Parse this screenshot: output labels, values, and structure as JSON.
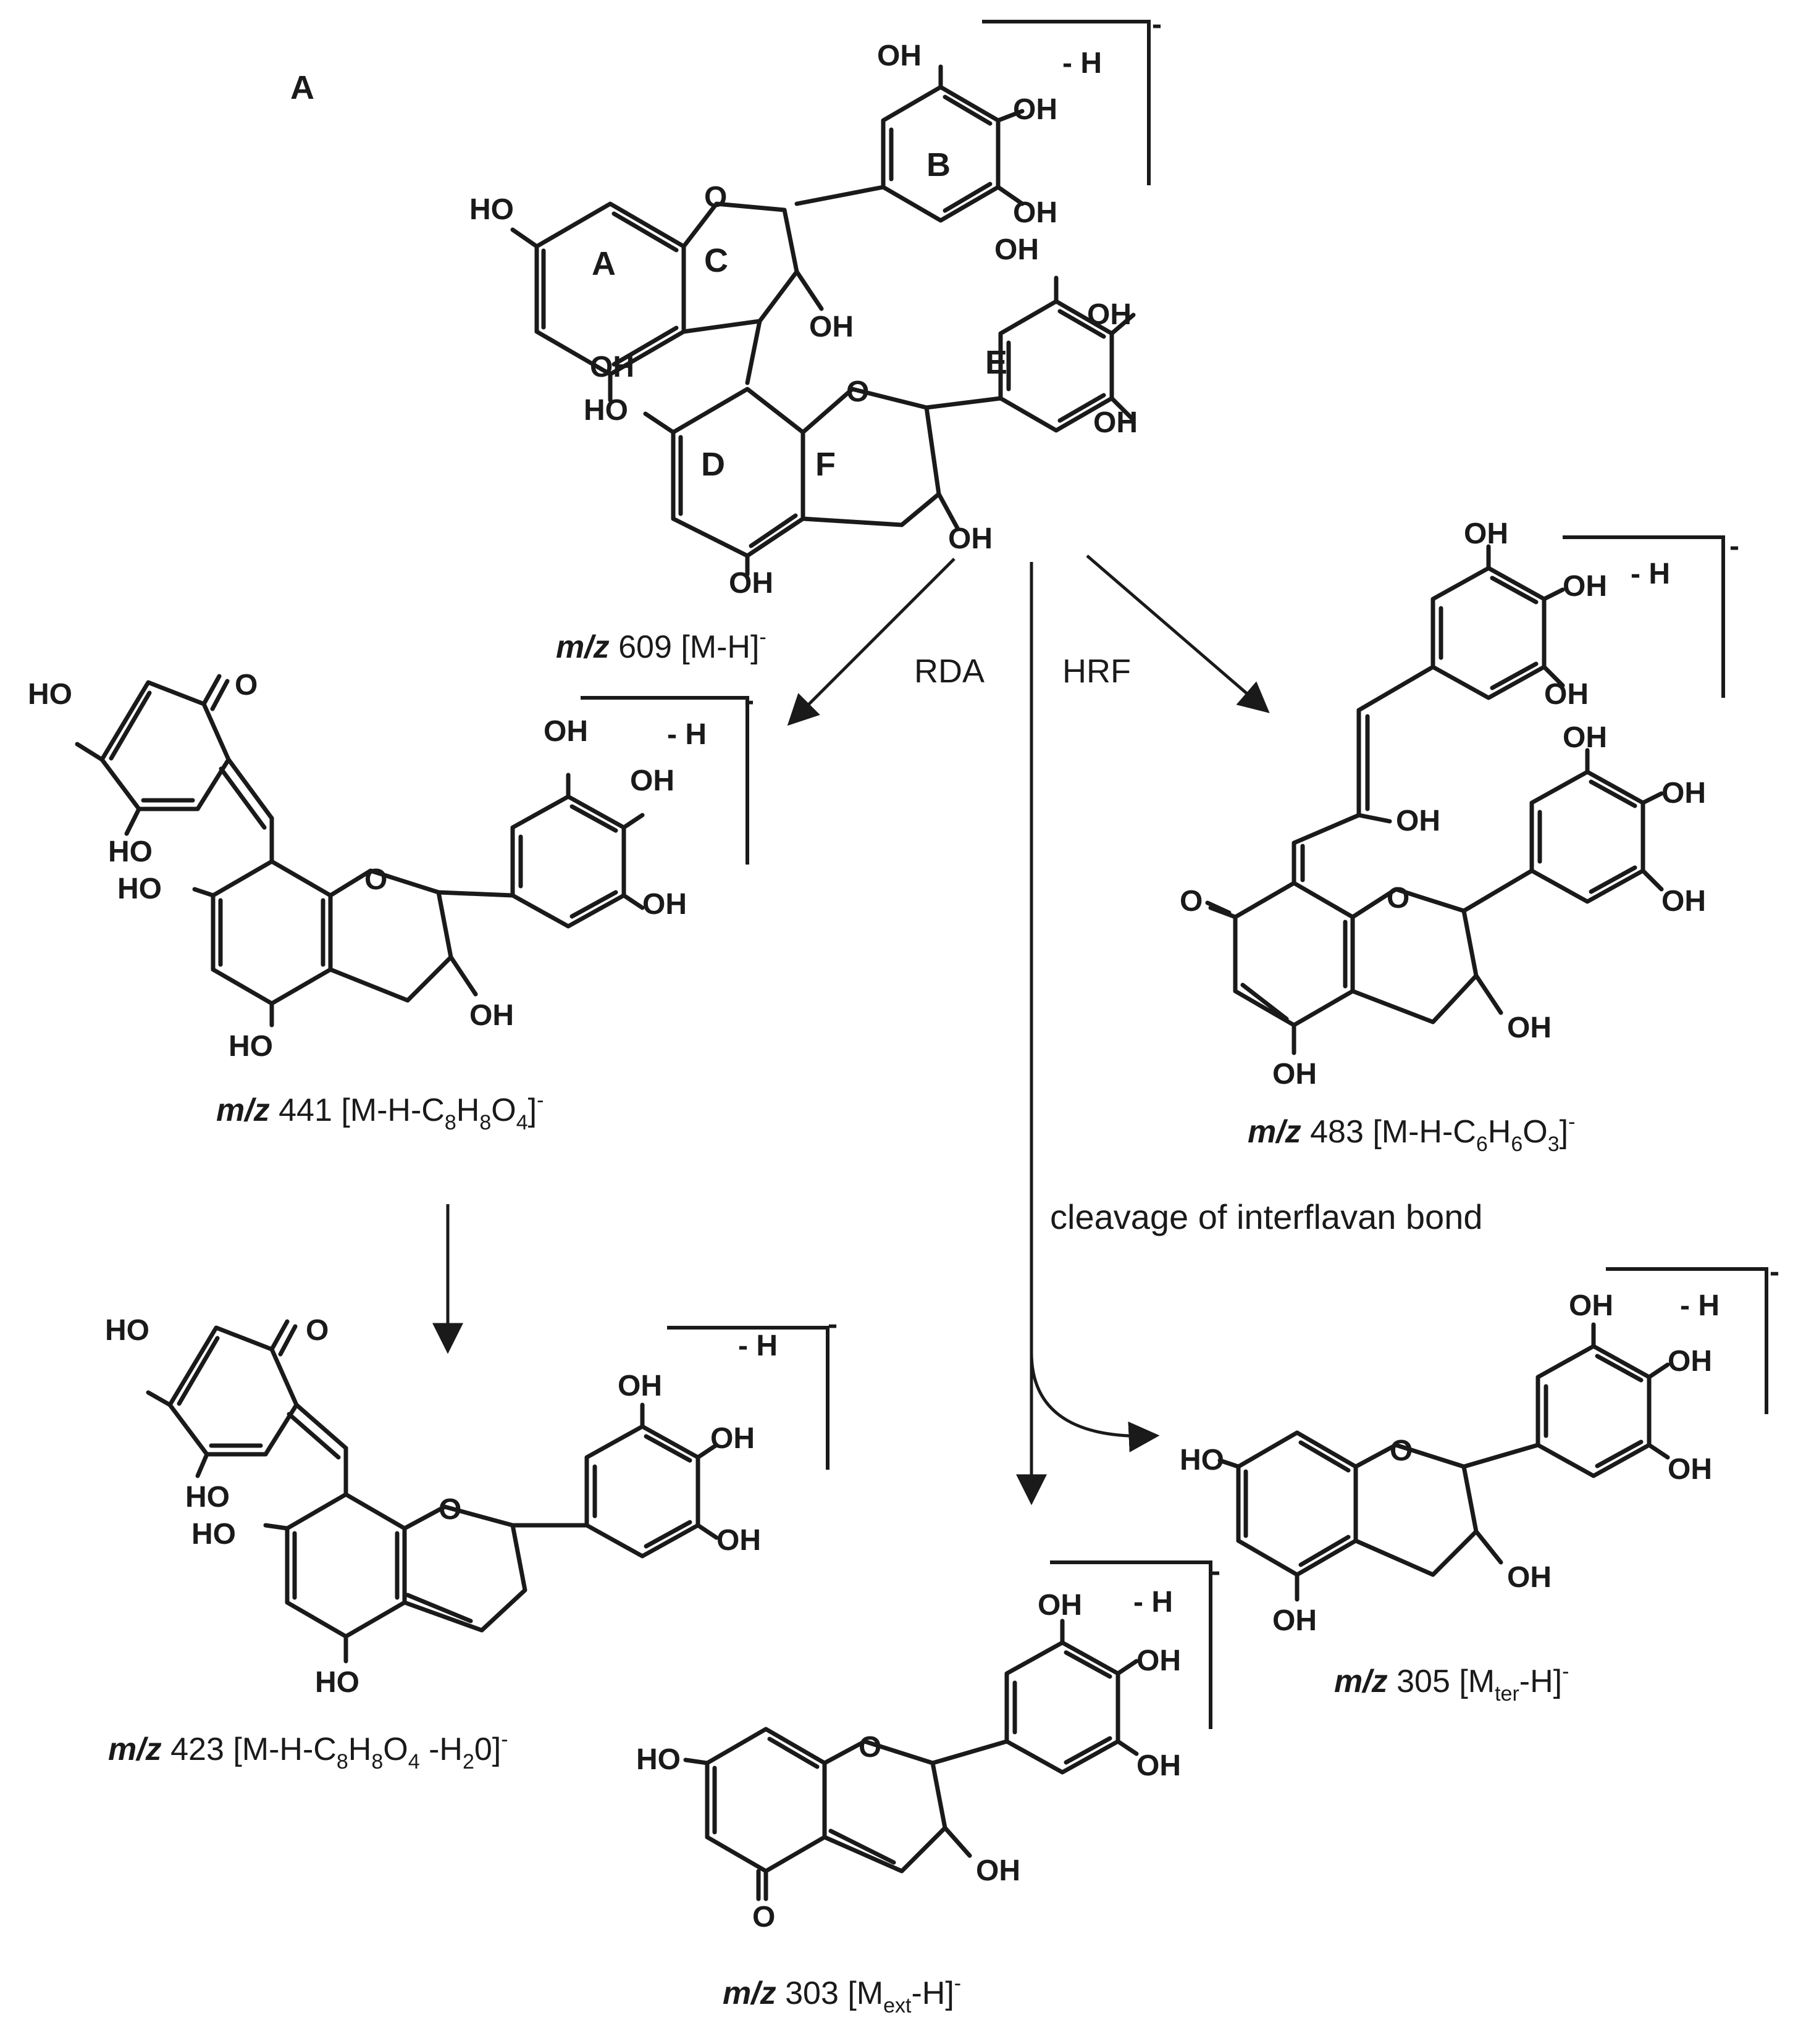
{
  "panel_label": "A",
  "atoms": {
    "oh": "OH",
    "ho": "HO",
    "o": "O"
  },
  "charge": {
    "bracket_label": "- H",
    "minus": "-"
  },
  "ring_labels": [
    "A",
    "B",
    "C",
    "D",
    "E",
    "F"
  ],
  "steps": {
    "rda": "RDA",
    "hrf": "HRF",
    "cleavage": "cleavage of interflavan bond"
  },
  "ions": {
    "m609": {
      "mz": "m/z",
      "val": " 609 [M-H]",
      "sup": "-"
    },
    "m441": {
      "mz": "m/z",
      "a": " 441 [M-H-C",
      "s1": "8",
      "b": "H",
      "s2": "8",
      "c": "O",
      "s3": "4",
      "d": "]",
      "sup": "-"
    },
    "m483": {
      "mz": "m/z",
      "a": " 483 [M-H-C",
      "s1": "6",
      "b": "H",
      "s2": "6",
      "c": "O",
      "s3": "3",
      "d": "]",
      "sup": "-"
    },
    "m423": {
      "mz": "m/z",
      "a": " 423 [M-H-C",
      "s1": "8",
      "b": "H",
      "s2": "8",
      "c": "O",
      "s3": "4",
      "d": " -H",
      "s4": "2",
      "e": "0]",
      "sup": "-"
    },
    "m305": {
      "mz": "m/z",
      "a": " 305 [M",
      "s1": "ter",
      "b": "-H]",
      "sup": "-"
    },
    "m303": {
      "mz": "m/z",
      "a": " 303 [M",
      "s1": "ext",
      "b": "-H]",
      "sup": "-"
    }
  }
}
